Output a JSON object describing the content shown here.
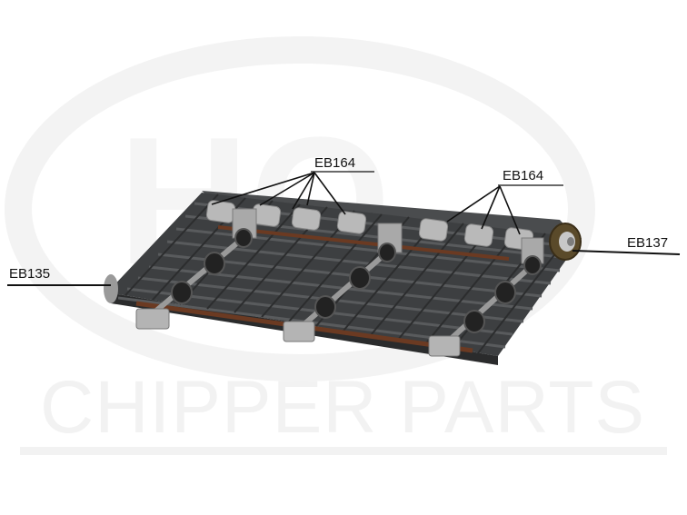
{
  "watermark": {
    "logo_letters": "HQ",
    "brand_text": "CHIPPER PARTS"
  },
  "callouts": [
    {
      "id": "top-left",
      "label": "EB164"
    },
    {
      "id": "top-right",
      "label": "EB164"
    },
    {
      "id": "right",
      "label": "EB137"
    },
    {
      "id": "left",
      "label": "EB135"
    }
  ],
  "colors": {
    "belt": "#3d3f41",
    "belt_dark": "#2a2b2c",
    "roller": "#b9b9b9",
    "bracket": "#a9a9a9",
    "rail": "#6b3a22",
    "wheel": "#222222",
    "leader": "#111111",
    "watermark": "#f1f1f1"
  }
}
